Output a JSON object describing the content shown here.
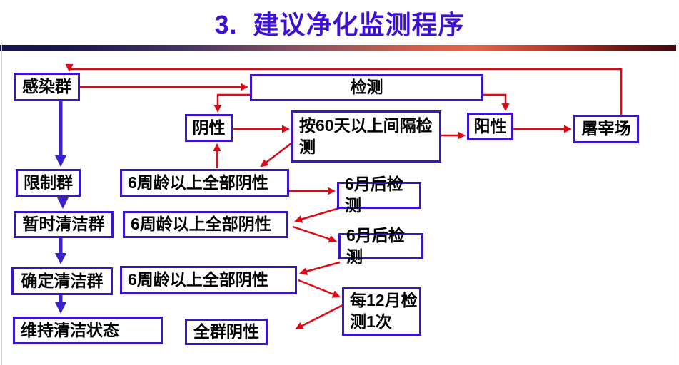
{
  "slide": {
    "title": "3.  建议净化监测程序"
  },
  "colors": {
    "title_text": "#3c0fd2",
    "box_border": "#3a14c8",
    "box_text": "#000000",
    "red_arrow": "#e00814",
    "blue_arrow": "#3a23cf",
    "bar_gradient_left": "#14144d",
    "bar_gradient_mid": "#e2664a",
    "bar_gradient_right": "#400a0d"
  },
  "nodes": {
    "infected_herd": "感染群",
    "testing": "检测",
    "negative": "阴性",
    "interval_test": "按60天以上间隔检测",
    "positive": "阳性",
    "slaughterhouse": "屠宰场",
    "restricted_herd": "限制群",
    "all_negative_6wk_1": "6周龄以上全部阴性",
    "temp_clean_herd": "暂时清洁群",
    "all_negative_6wk_2": "6周龄以上全部阴性",
    "test_after_6mo_1": "6月后检测",
    "test_after_6mo_2": "6月后检测",
    "confirmed_clean_herd": "确定清洁群",
    "all_negative_6wk_3": "6周龄以上全部阴性",
    "test_every_12mo": "每12月检测1次",
    "maintain_clean_state": "维持清洁状态",
    "whole_herd_negative": "全群阴性"
  },
  "edges": [
    {
      "from": "slaughterhouse",
      "to": "infected_herd",
      "color": "red"
    },
    {
      "from": "infected_herd",
      "to": "testing",
      "color": "red"
    },
    {
      "from": "testing",
      "to": "negative",
      "color": "red"
    },
    {
      "from": "testing",
      "to": "positive",
      "color": "red"
    },
    {
      "from": "negative",
      "to": "interval_test",
      "color": "red"
    },
    {
      "from": "interval_test",
      "to": "positive",
      "color": "red"
    },
    {
      "from": "positive",
      "to": "slaughterhouse",
      "color": "red"
    },
    {
      "from": "interval_test",
      "to": "all_negative_6wk_1",
      "color": "red"
    },
    {
      "from": "all_negative_6wk_1",
      "to": "negative",
      "color": "red"
    },
    {
      "from": "all_negative_6wk_1",
      "to": "test_after_6mo_1",
      "color": "red"
    },
    {
      "from": "test_after_6mo_1",
      "to": "all_negative_6wk_2",
      "color": "red"
    },
    {
      "from": "all_negative_6wk_2",
      "to": "test_after_6mo_2",
      "color": "red"
    },
    {
      "from": "test_after_6mo_2",
      "to": "all_negative_6wk_3",
      "color": "red"
    },
    {
      "from": "all_negative_6wk_3",
      "to": "test_every_12mo",
      "color": "red"
    },
    {
      "from": "test_every_12mo",
      "to": "whole_herd_negative",
      "color": "red"
    },
    {
      "from": "infected_herd",
      "to": "restricted_herd",
      "color": "blue"
    },
    {
      "from": "restricted_herd",
      "to": "temp_clean_herd",
      "color": "blue"
    },
    {
      "from": "temp_clean_herd",
      "to": "confirmed_clean_herd",
      "color": "blue"
    },
    {
      "from": "confirmed_clean_herd",
      "to": "maintain_clean_state",
      "color": "blue"
    }
  ]
}
